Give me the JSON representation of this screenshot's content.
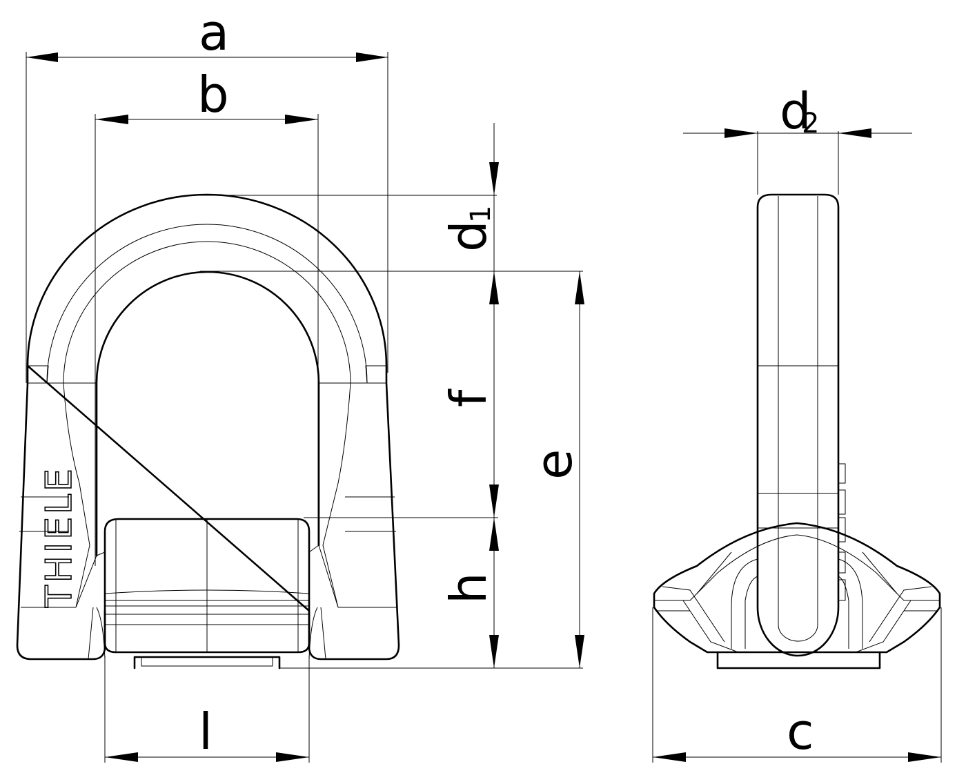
{
  "dimensions": {
    "a": "a",
    "b": "b",
    "c": "c",
    "d1_base": "d",
    "d1_sub": "1",
    "d2_base": "d",
    "d2_sub": "2",
    "e": "e",
    "f": "f",
    "h": "h",
    "l": "l"
  },
  "brand": "THIELE"
}
